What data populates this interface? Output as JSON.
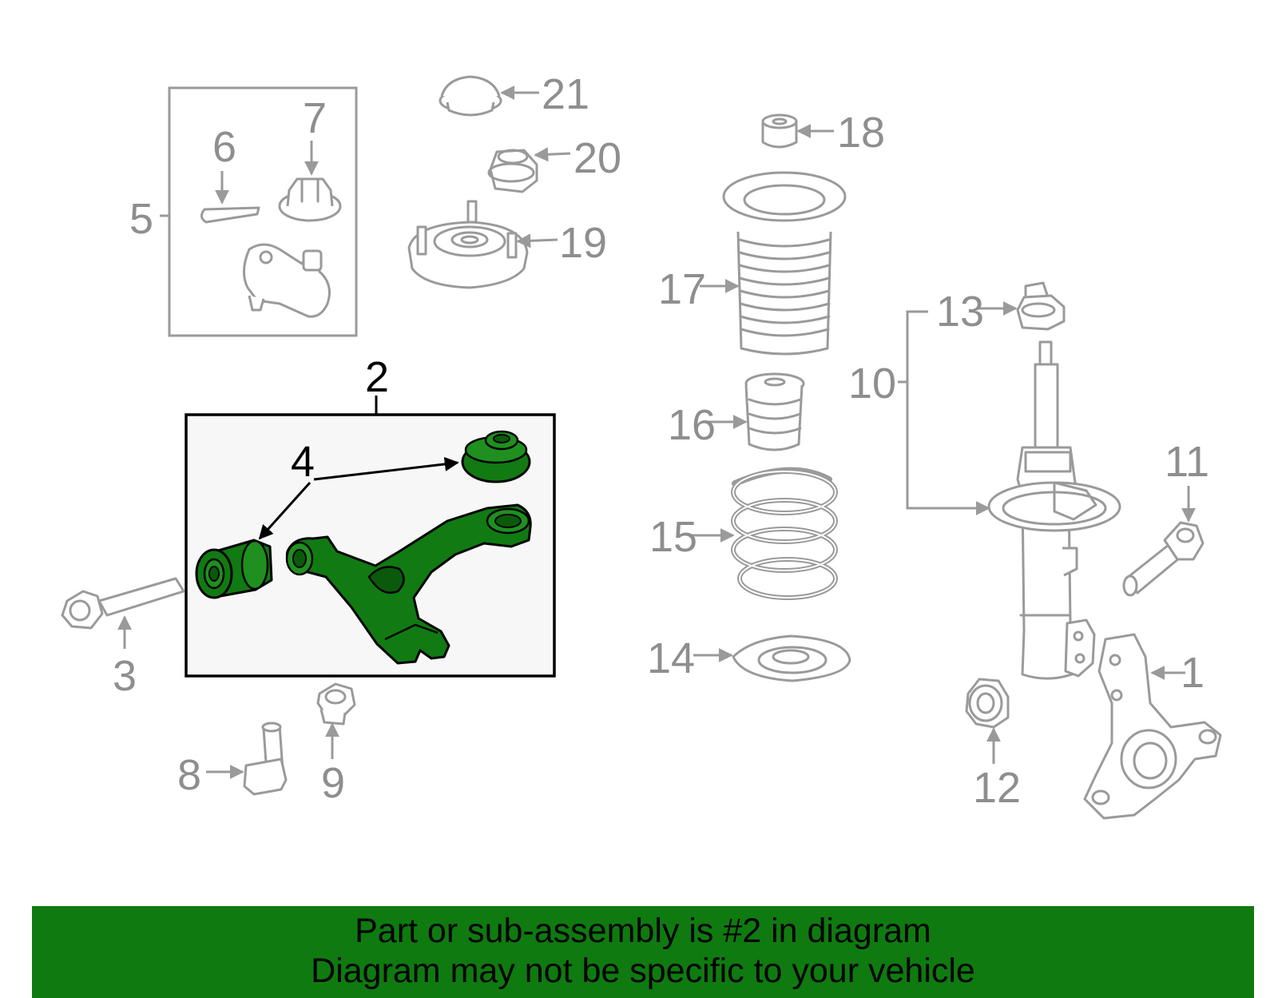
{
  "callouts": {
    "n1": "1",
    "n2": "2",
    "n3": "3",
    "n4": "4",
    "n5": "5",
    "n6": "6",
    "n7": "7",
    "n8": "8",
    "n9": "9",
    "n10": "10",
    "n11": "11",
    "n12": "12",
    "n13": "13",
    "n14": "14",
    "n15": "15",
    "n16": "16",
    "n17": "17",
    "n18": "18",
    "n19": "19",
    "n20": "20",
    "n21": "21"
  },
  "highlight": {
    "part_number": "2",
    "color": "#127a12"
  },
  "banner": {
    "line1": "Part or sub-assembly is #2 in diagram",
    "line2": "Diagram may not be specific to your vehicle",
    "background": "#0f7a0f"
  }
}
